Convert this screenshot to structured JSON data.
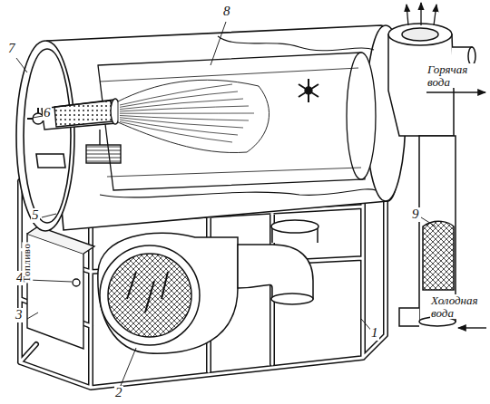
{
  "diagram": {
    "labels": [
      "1",
      "2",
      "3",
      "4",
      "5",
      "6",
      "7",
      "8",
      "9",
      "Горячая вода",
      "Холодная вода",
      "Топливо"
    ]
  }
}
